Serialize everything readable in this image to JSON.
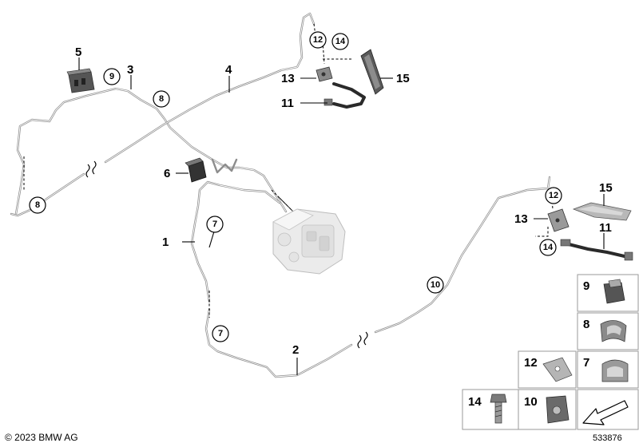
{
  "labels": {
    "l1": "1",
    "l2": "2",
    "l3": "3",
    "l4": "4",
    "l5": "5",
    "l6": "6",
    "l11a": "11",
    "l11b": "11",
    "l13a": "13",
    "l13b": "13",
    "l15a": "15",
    "l15b": "15"
  },
  "callouts": {
    "c7a": "7",
    "c7b": "7",
    "c8a": "8",
    "c8b": "8",
    "c9": "9",
    "c10": "10",
    "c12a": "12",
    "c12b": "12",
    "c14a": "14",
    "c14b": "14"
  },
  "legend_boxes": {
    "b9": "9",
    "b8": "8",
    "b7": "7",
    "b12": "12",
    "b14": "14",
    "b10": "10"
  },
  "footer": {
    "copyright": "© 2023 BMW AG",
    "doc_id": "533876"
  }
}
